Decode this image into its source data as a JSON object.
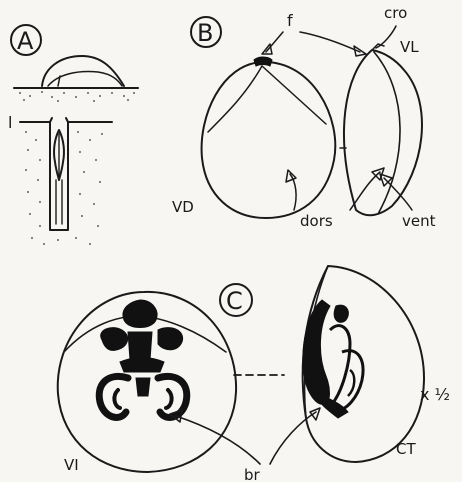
{
  "panels": {
    "a": {
      "letter": "A",
      "side_label": "l"
    },
    "b": {
      "letter": "B",
      "f": "f",
      "cro": "cro",
      "vl": "VL",
      "vd": "VD",
      "dors": "dors",
      "vent": "vent"
    },
    "c": {
      "letter": "C",
      "scale": "x ½",
      "ct": "CT",
      "vi": "VI",
      "br": "br"
    }
  },
  "colors": {
    "ink": "#1a1a1a",
    "paper": "#f7f6f3"
  }
}
